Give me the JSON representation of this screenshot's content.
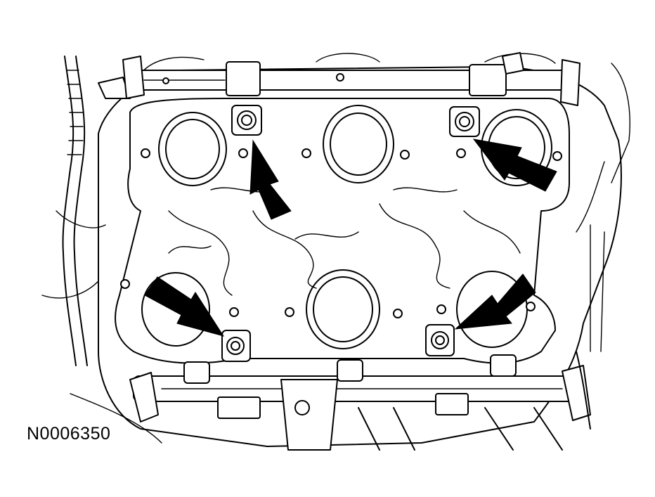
{
  "figure": {
    "id_label": "N0006350",
    "callouts": [
      {
        "name": "arrow-upper-left-bolt"
      },
      {
        "name": "arrow-upper-right-bolt"
      },
      {
        "name": "arrow-lower-left-bolt"
      },
      {
        "name": "arrow-lower-right-bolt"
      }
    ]
  }
}
